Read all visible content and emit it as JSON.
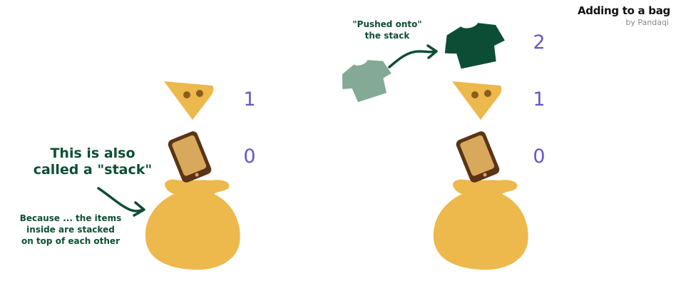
{
  "header": {
    "title": "Adding to a bag",
    "byline": "by Pandaqi"
  },
  "left": {
    "labels": [
      "0",
      "1"
    ],
    "callout_main": [
      "This is also",
      "called a \"stack\""
    ],
    "callout_sub": [
      "Because ... the items",
      "inside are stacked",
      "on top of each other"
    ]
  },
  "right": {
    "labels": [
      "0",
      "1",
      "2"
    ],
    "push_caption": [
      "\"Pushed onto\"",
      "the stack"
    ]
  },
  "colors": {
    "bag": "#edb84c",
    "cheese": "#edb84c",
    "cheese_hole": "#8a5d20",
    "phone_frame": "#5a3414",
    "phone_screen": "#d8a85c",
    "shirt_dark": "#0c4d35",
    "shirt_light": "#84a994",
    "annotation": "#0d4f33",
    "numbers": "#6b55c2"
  },
  "icons": [
    "bag-icon",
    "cheese-icon",
    "phone-icon",
    "shirt-icon",
    "arrow-icon"
  ]
}
